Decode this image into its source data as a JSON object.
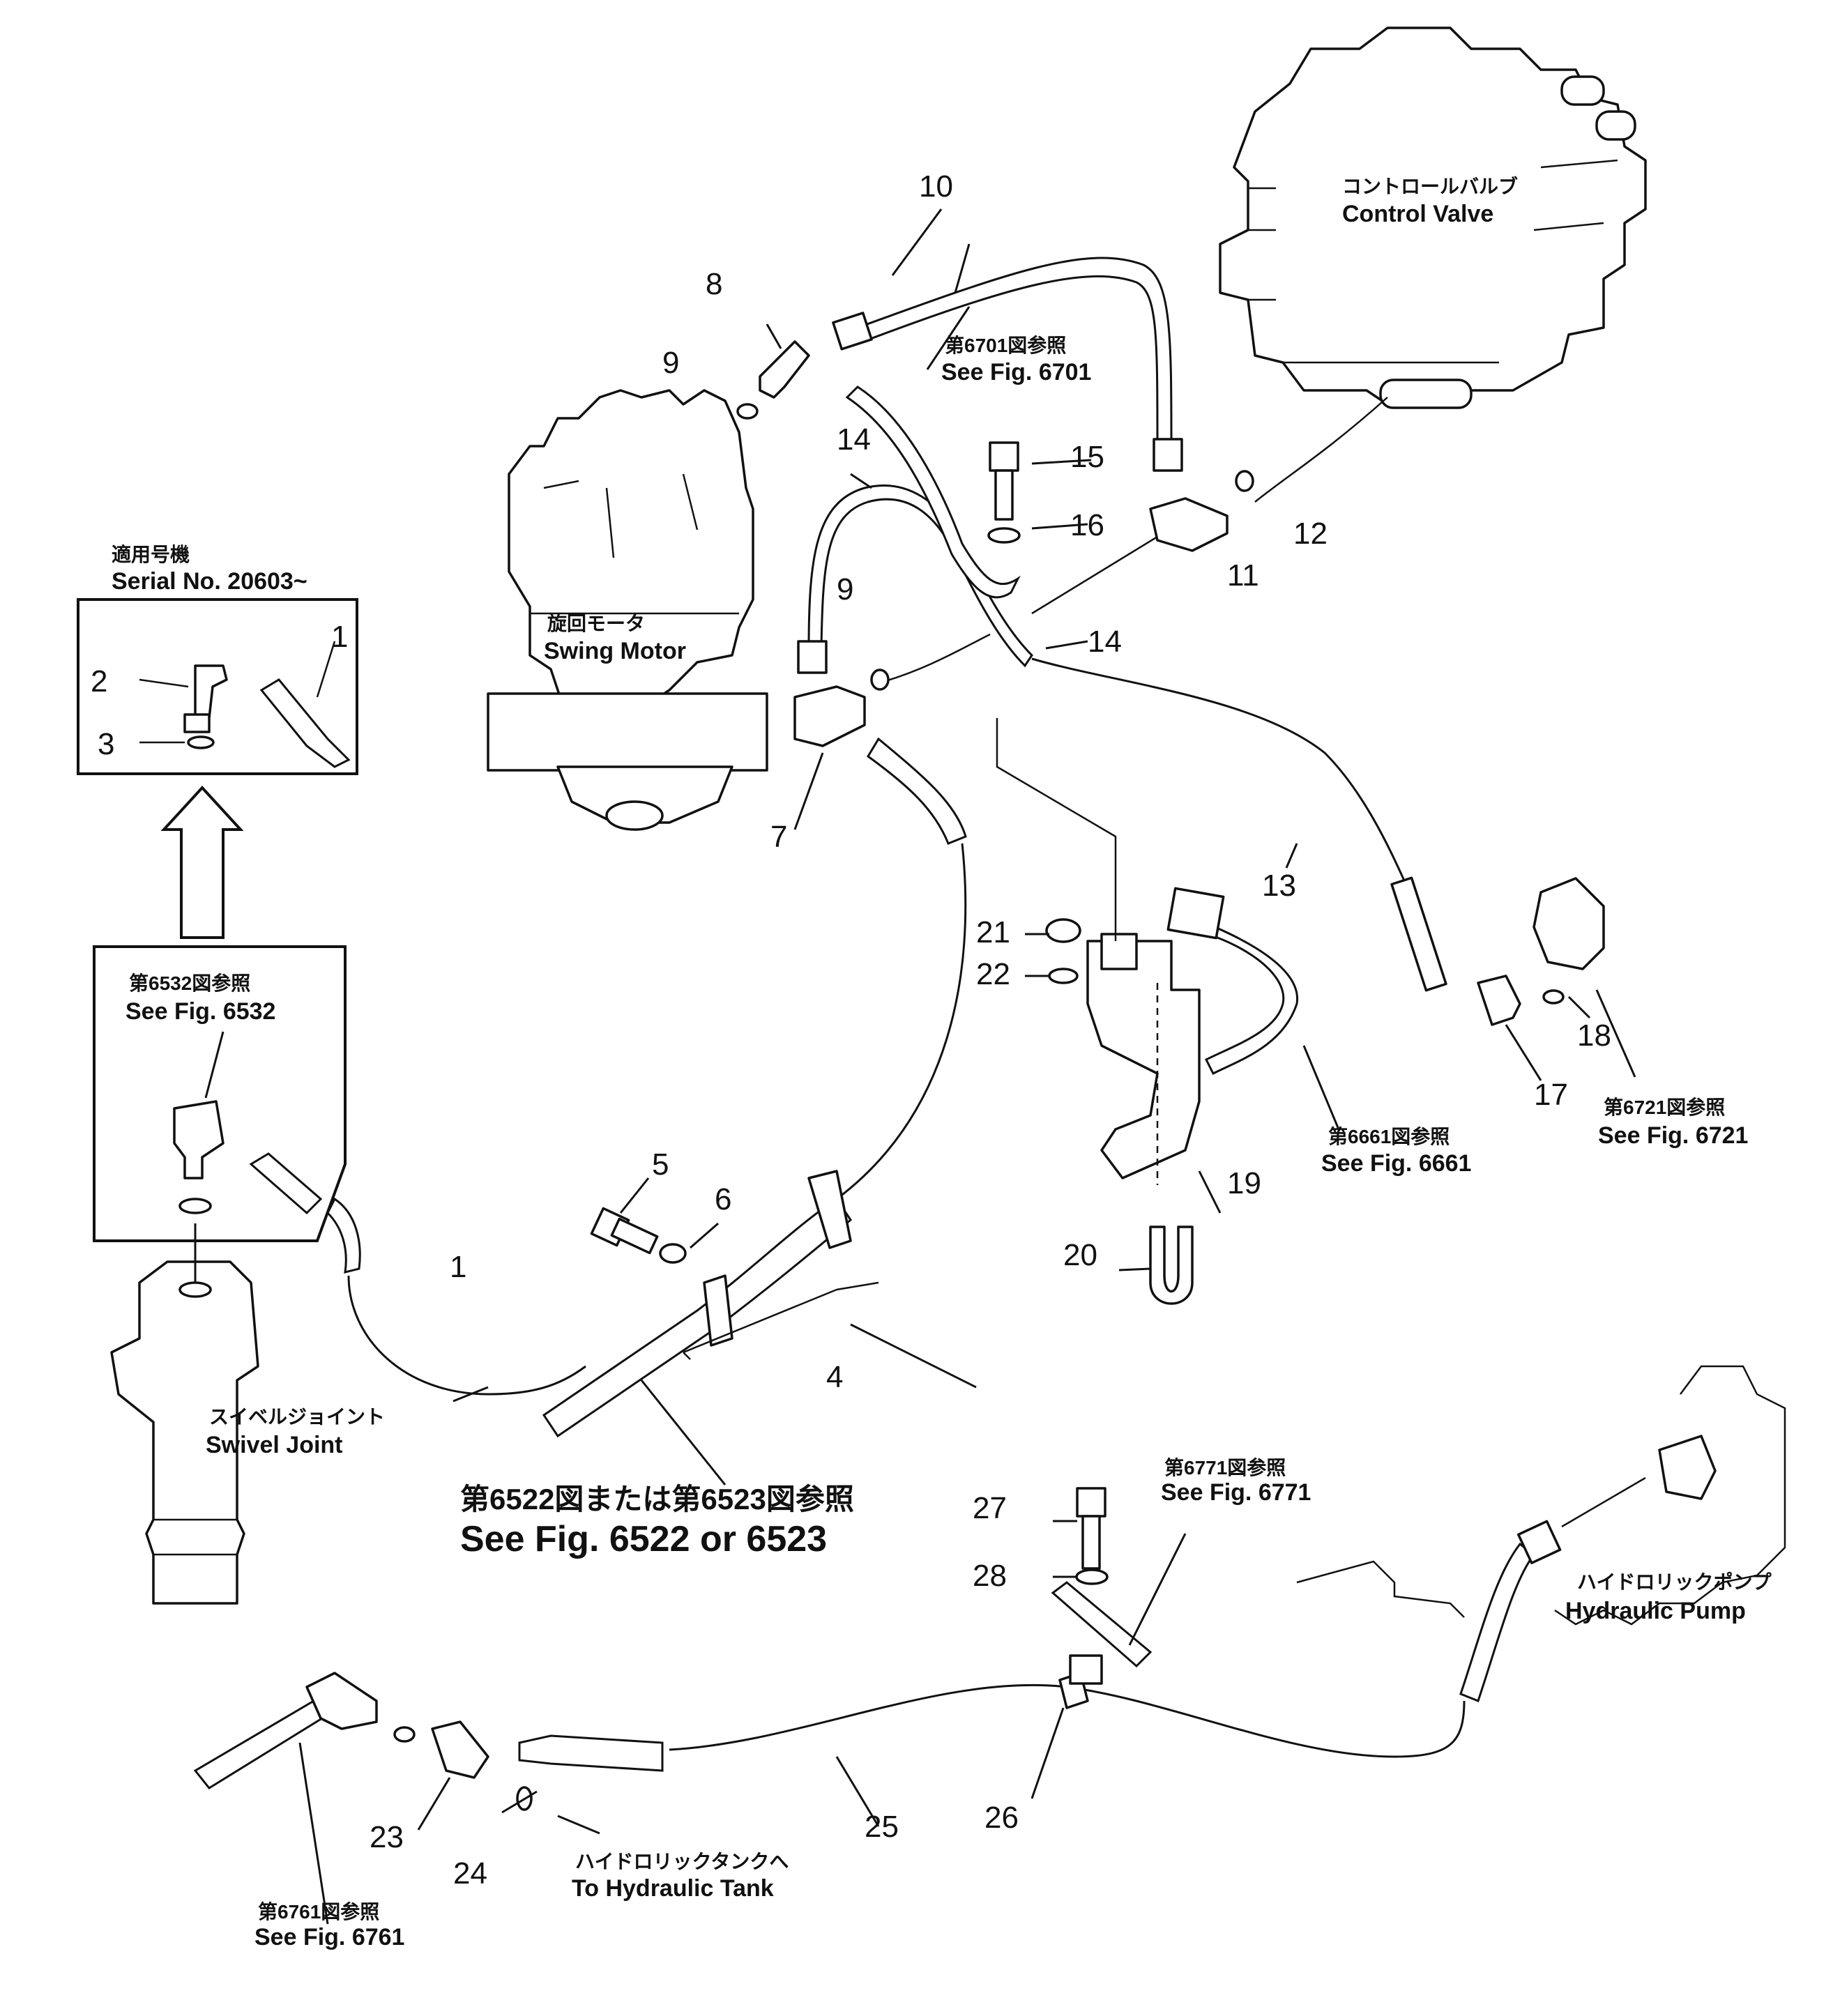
{
  "callouts": {
    "c1": "1",
    "c1b": "1",
    "c2": "2",
    "c3": "3",
    "c4": "4",
    "c5": "5",
    "c6": "6",
    "c7": "7",
    "c8": "8",
    "c9": "9",
    "c9b": "9",
    "c10": "10",
    "c11": "11",
    "c12": "12",
    "c13": "13",
    "c14": "14",
    "c14b": "14",
    "c15": "15",
    "c16": "16",
    "c17": "17",
    "c18": "18",
    "c19": "19",
    "c20": "20",
    "c21": "21",
    "c22": "22",
    "c23": "23",
    "c24": "24",
    "c25": "25",
    "c26": "26",
    "c27": "27",
    "c28": "28"
  },
  "labels": {
    "control_valve_jp": "コントロールバルブ",
    "control_valve_en": "Control Valve",
    "swing_motor_jp": "旋回モータ",
    "swing_motor_en": "Swing Motor",
    "swivel_joint_jp": "スイベルジョイント",
    "swivel_joint_en": "Swivel Joint",
    "hydraulic_pump_jp": "ハイドロリックポンプ",
    "hydraulic_pump_en": "Hydraulic Pump",
    "hydraulic_tank_jp": "ハイドロリックタンクへ",
    "hydraulic_tank_en": "To Hydraulic Tank"
  },
  "serial": {
    "jp": "適用号機",
    "en": "Serial No. 20603~"
  },
  "refs": {
    "f6701_jp": "第6701図参照",
    "f6701_en": "See Fig. 6701",
    "f6532_jp": "第6532図参照",
    "f6532_en": "See Fig. 6532",
    "f6661_jp": "第6661図参照",
    "f6661_en": "See Fig. 6661",
    "f6721_jp": "第6721図参照",
    "f6721_en": "See Fig. 6721",
    "f6771_jp": "第6771図参照",
    "f6771_en": "See Fig. 6771",
    "f6761_jp": "第6761図参照",
    "f6761_en": "See Fig. 6761",
    "f6522_jp": "第6522図または第6523図参照",
    "f6522_en": "See Fig. 6522 or 6523"
  }
}
